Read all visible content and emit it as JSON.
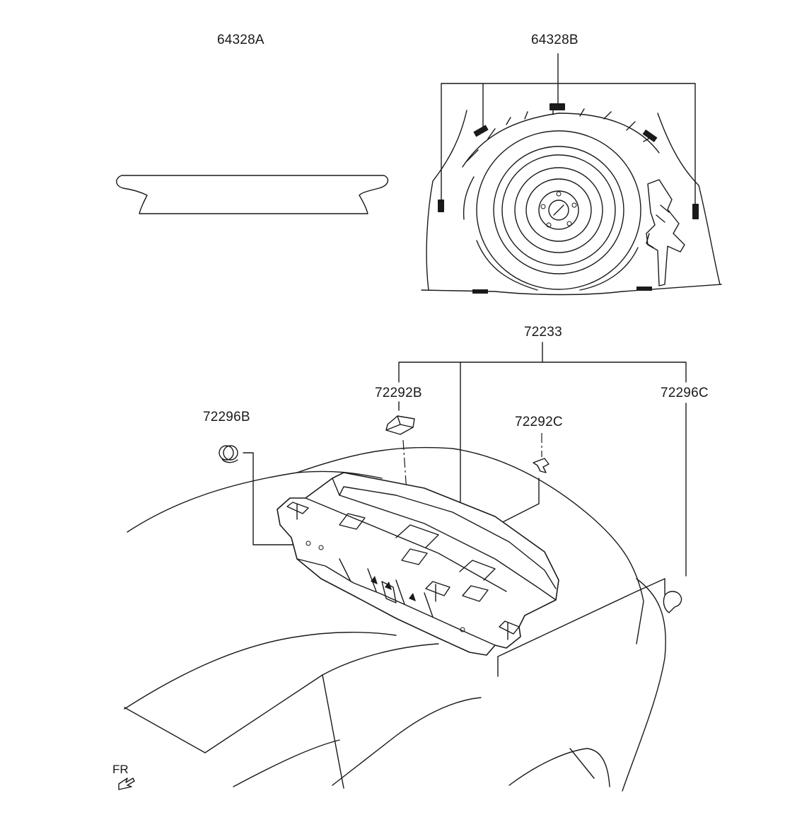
{
  "parts": {
    "p64328A": "64328A",
    "p64328B": "64328B",
    "p72233": "72233",
    "p72292B": "72292B",
    "p72296C": "72296C",
    "p72296B": "72296B",
    "p72292C": "72292C"
  },
  "direction": {
    "label": "FR"
  },
  "colors": {
    "line": "#1a1a1a",
    "background": "#ffffff"
  }
}
